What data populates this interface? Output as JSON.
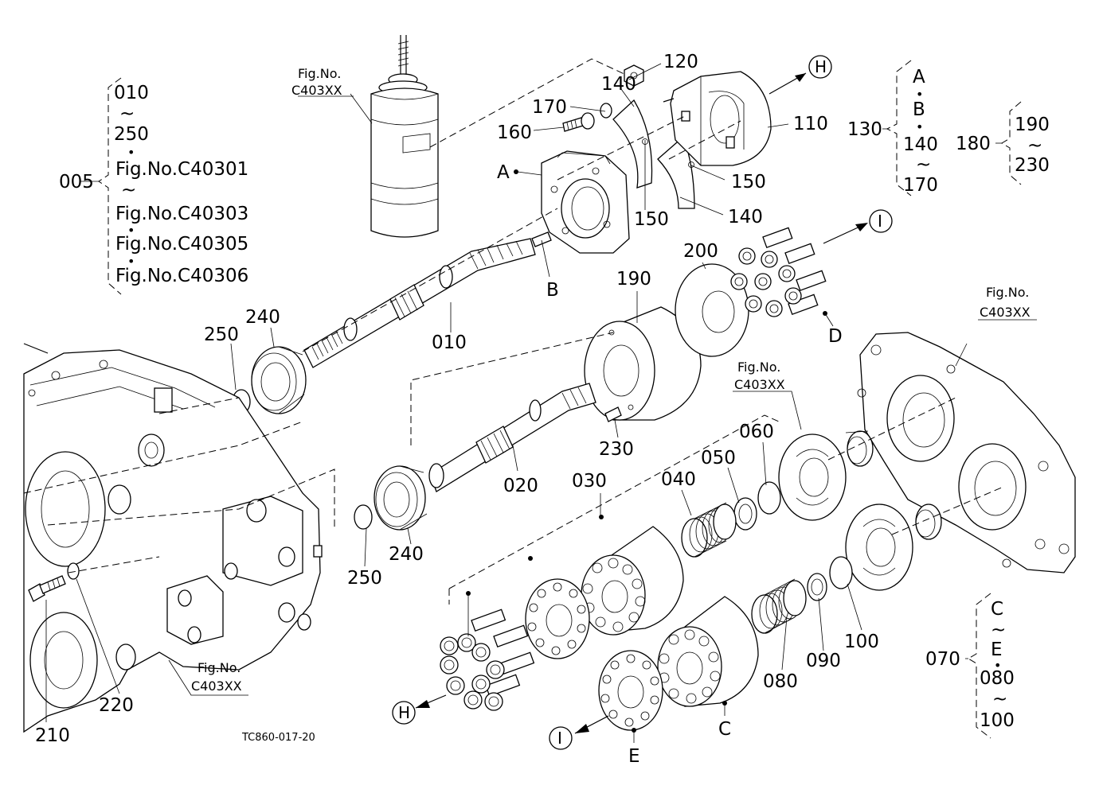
{
  "figure_code": "TC860-017-20",
  "fig_ref": {
    "line1": "Fig.No.",
    "line2": "C403XX"
  },
  "groups": {
    "g005": {
      "id": "005",
      "items": [
        "010",
        "~",
        "250",
        "•",
        "Fig.No.C40301",
        "~",
        "Fig.No.C40303",
        "•",
        "Fig.No.C40305",
        "•",
        "Fig.No.C40306"
      ]
    },
    "g130": {
      "id": "130",
      "items": [
        "A",
        "•",
        "B",
        "•",
        "140",
        "~",
        "170"
      ]
    },
    "g180": {
      "id": "180",
      "items": [
        "190",
        "~",
        "230"
      ]
    },
    "g070": {
      "id": "070",
      "items": [
        "C",
        "~",
        "E",
        "•",
        "080",
        "~",
        "100"
      ]
    }
  },
  "parts": {
    "p010": "010",
    "p020": "020",
    "p030": "030",
    "p040": "040",
    "p050": "050",
    "p060": "060",
    "p080": "080",
    "p090": "090",
    "p100": "100",
    "p110": "110",
    "p120": "120",
    "p140a": "140",
    "p140b": "140",
    "p150a": "150",
    "p150b": "150",
    "p160": "160",
    "p170": "170",
    "p190": "190",
    "p200": "200",
    "p210": "210",
    "p220": "220",
    "p230": "230",
    "p240a": "240",
    "p240b": "240",
    "p250a": "250",
    "p250b": "250"
  },
  "letters": {
    "A": "A",
    "B": "B",
    "C": "C",
    "D": "D",
    "E": "E"
  },
  "markers": {
    "H": "H",
    "I": "I"
  }
}
